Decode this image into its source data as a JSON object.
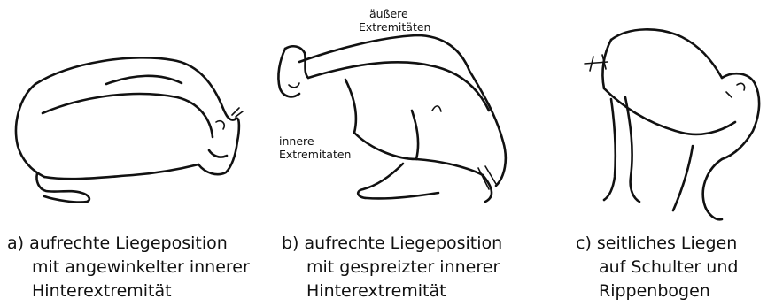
{
  "panels": [
    {
      "id": "a",
      "caption": [
        "a) aufrechte Liegeposition",
        "mit angewinkelter innerer",
        "Hinterextremität"
      ]
    },
    {
      "id": "b",
      "caption": [
        "b) aufrechte Liegeposition",
        "mit gespreizter innerer",
        "Hinterextremität"
      ],
      "annotations": {
        "outer": [
          "äußere",
          "Extremitäten"
        ],
        "inner": [
          "innere",
          "Extremitaten"
        ]
      }
    },
    {
      "id": "c",
      "caption": [
        "c) seitliches Liegen",
        "auf Schulter und",
        "Rippenbogen"
      ]
    }
  ]
}
